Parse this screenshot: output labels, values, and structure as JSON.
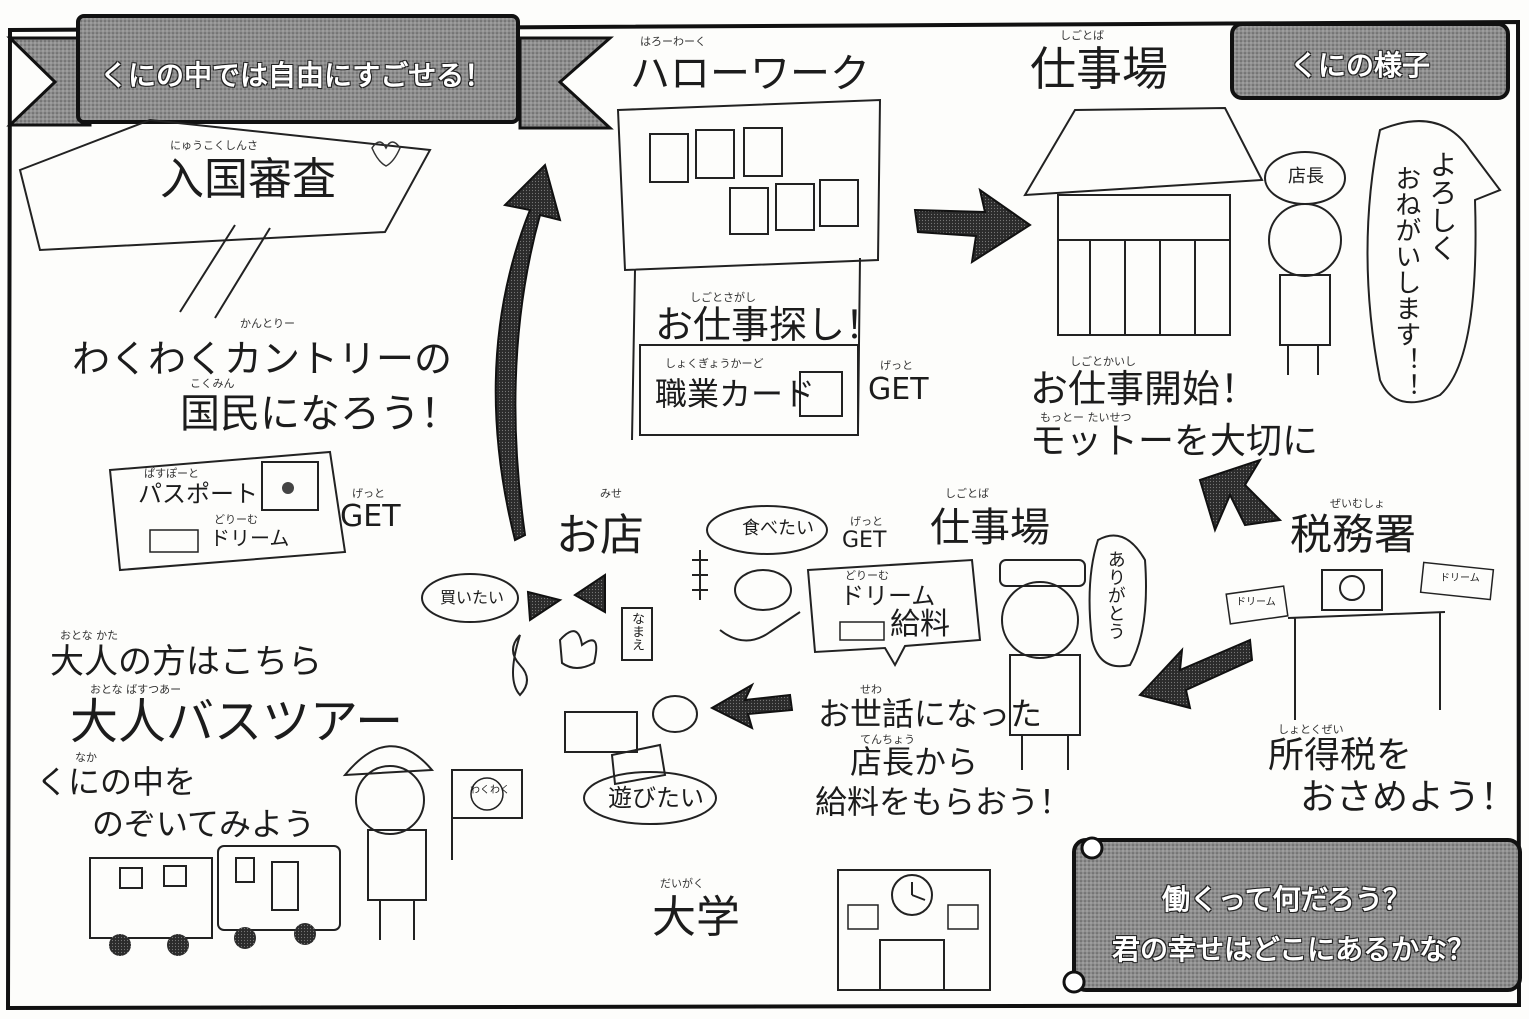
{
  "header": {
    "banner_title": "くにの中では自由にすごせる！",
    "corner_label": "くにの様子"
  },
  "entry": {
    "ruby": "にゅうこくしんさ",
    "title": "入国審査",
    "countryline_ruby": "かんとりー",
    "country_line": "わくわくカントリーの",
    "citizen_ruby": "こくみん",
    "citizen_line": "国民になろう！",
    "passport_ruby": "ぱすぽーと",
    "passport": "パスポート",
    "dream_ruby": "どりーむ",
    "dream": "ドリーム",
    "get_ruby": "げっと",
    "get": "GET"
  },
  "hello_work": {
    "ruby": "はろーわーく",
    "title": "ハローワーク",
    "search_ruby": "しごとさがし",
    "search": "お仕事探し！",
    "card_ruby": "しょくぎょうかーど",
    "card": "職業カード",
    "get_ruby": "げっと",
    "get": "GET"
  },
  "workplace_top": {
    "ruby": "しごとば",
    "title": "仕事場",
    "hat_label": "店長",
    "speech": [
      "よろしく",
      "おねがいします！！"
    ],
    "start_ruby": "しごとかいし",
    "start": "お仕事開始！",
    "motto_ruby": "もっとー たいせつ",
    "motto": "モットーを大切に"
  },
  "corner_bubble": {
    "line1": "働くって何だろう？",
    "line2": "君の幸せはどこにあるかな？"
  },
  "tax": {
    "ruby": "ぜいむしょ",
    "title": "税務署",
    "dream_tag": "ドリーム",
    "income_ruby": "しょとくぜい",
    "income": "所得税を",
    "pay": "おさめよう！"
  },
  "workplace_mid": {
    "ruby": "しごとば",
    "title": "仕事場",
    "get_ruby": "げっと",
    "get": "GET",
    "dream_ruby": "どりーむ",
    "dream": "ドリーム",
    "salary": "給料",
    "thanks": "ありがとう",
    "thank_ruby": "せわ",
    "thank_line": "お世話になった",
    "manager_ruby": "てんちょう",
    "manager_line": "店長から",
    "salary_line": "給料をもらおう！"
  },
  "shop": {
    "ruby": "みせ",
    "title": "お店",
    "want_eat": "食べたい",
    "want_buy": "買いたい",
    "want_play": "遊びたい",
    "sign": "なまえ"
  },
  "adult": {
    "ruby1": "おとな かた",
    "line1": "大人の方はこちら",
    "ruby2": "おとな ばすつあー",
    "line2": "大人バスツアー",
    "ruby3": "なか",
    "line3": "くにの中を",
    "line4": "のぞいてみよう",
    "flag": "わくわく"
  },
  "university": {
    "ruby": "だいがく",
    "title": "大学"
  }
}
